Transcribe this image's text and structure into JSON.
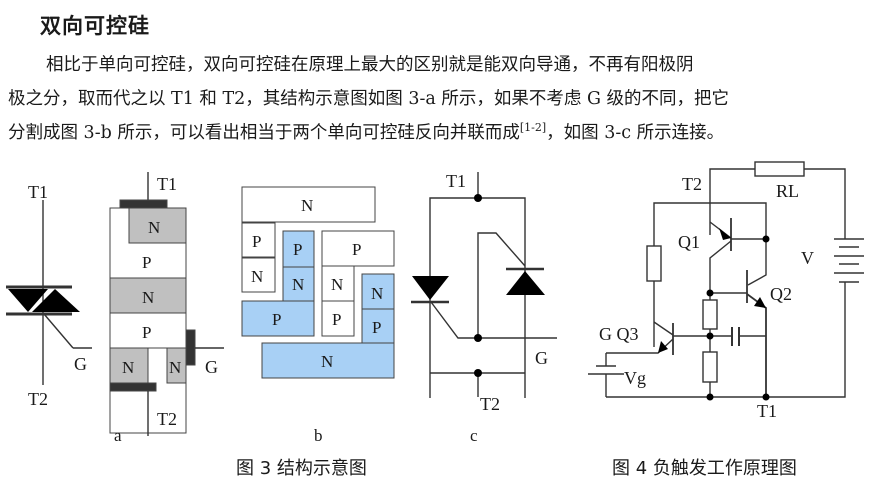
{
  "heading": "双向可控硅",
  "paragraph": {
    "line1": "相比于单向可控硅，双向可控硅在原理上最大的区别就是能双向导通，不再有阳极阴",
    "line2": "极之分，取而代之以 T1 和 T2，其结构示意图如图 3-a 所示，如果不考虑 G 级的不同，把它",
    "line3_pre": "分割成图 3-b 所示，可以看出相当于两个单向可控硅反向并联而成",
    "line3_sup": "[1-2]",
    "line3_post": "，如图 3-c 所示连接。"
  },
  "figure3": {
    "symbol": {
      "t1": "T1",
      "t2": "T2",
      "g": "G"
    },
    "a": {
      "t1": "T1",
      "t2": "T2",
      "g": "G",
      "sublabel": "a",
      "layers": [
        "N",
        "P",
        "N",
        "P",
        "N",
        "N"
      ]
    },
    "b": {
      "sublabel": "b",
      "blocks": [
        "N",
        "P",
        "N",
        "P",
        "N",
        "P",
        "P",
        "N",
        "P",
        "N",
        "P",
        "N"
      ]
    },
    "c": {
      "t1": "T1",
      "t2": "T2",
      "g": "G",
      "sublabel": "c"
    },
    "caption": "图 3 结构示意图",
    "colors": {
      "gray_region": "#c0c0c0",
      "electrode": "#333333",
      "blue_region": "#a8d0f5"
    }
  },
  "figure4": {
    "labels": {
      "t2": "T2",
      "t1": "T1",
      "rl": "RL",
      "v": "V",
      "q1": "Q1",
      "q2": "Q2",
      "q3": "G Q3",
      "vg": "Vg"
    },
    "caption": "图 4  负触发工作原理图"
  }
}
